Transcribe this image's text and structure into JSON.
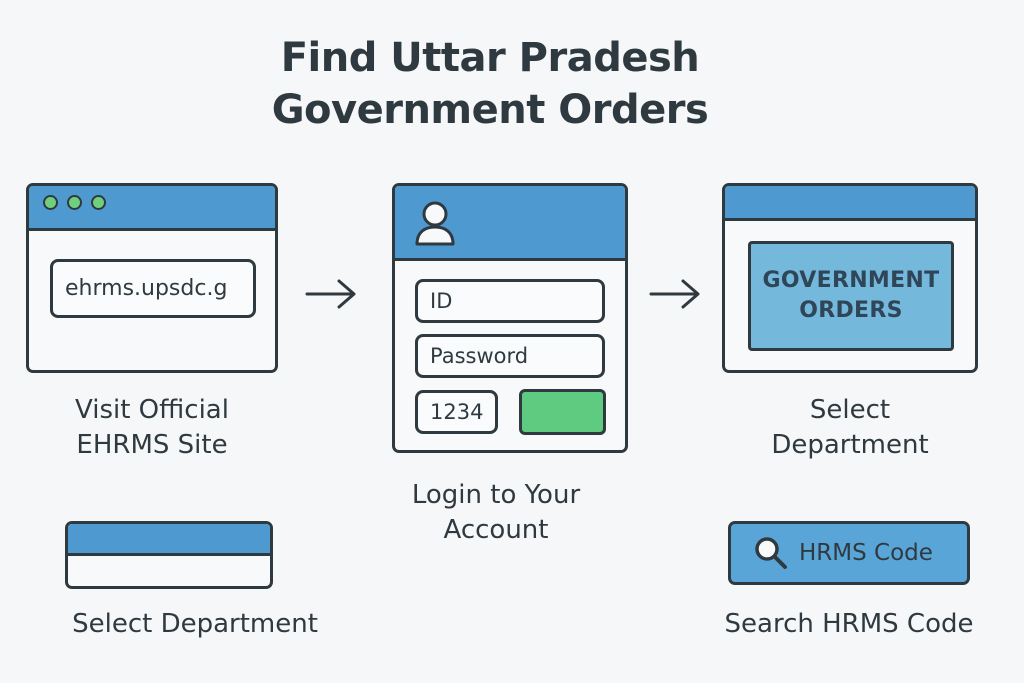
{
  "title": {
    "line1": "Find Uttar Pradesh",
    "line2": "Government Orders"
  },
  "steps": {
    "visit": {
      "url_text": "ehrms.upsdc.g",
      "caption_line1": "Visit Official",
      "caption_line2": "EHRMS Site"
    },
    "login": {
      "id_placeholder": "ID",
      "password_placeholder": "Password",
      "captcha_text": "1234",
      "caption_line1": "Login to Your",
      "caption_line2": "Account"
    },
    "department": {
      "box_line1": "GOVERNMENT",
      "box_line2": "ORDERS",
      "caption_line1": "Select",
      "caption_line2": "Department"
    },
    "select_department": {
      "caption": "Select Department"
    },
    "search": {
      "label": "HRMS Code",
      "caption": "Search HRMS Code"
    }
  },
  "icons": {
    "arrow": "arrow-right-icon",
    "user": "user-icon",
    "search": "search-icon"
  },
  "colors": {
    "accent_blue": "#4e9ad0",
    "light_blue": "#74b9dc",
    "green": "#5fcb80",
    "outline": "#2f3a40",
    "background": "#f6f7f8"
  }
}
